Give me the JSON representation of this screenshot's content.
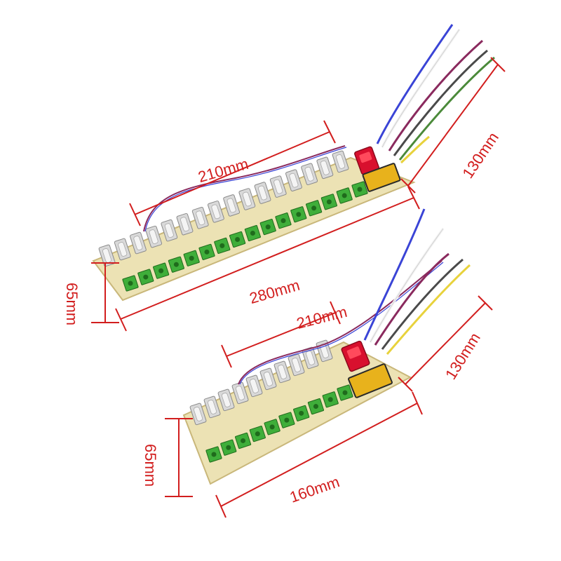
{
  "colors": {
    "dimension": "#d21e1e",
    "pcb": "#ece2b4",
    "pcb_edge": "#c9b77a",
    "terminal": "#3fae3a",
    "fuse_holder": "#d9d9d9",
    "fuse_glass": "#f4f4f4",
    "switch": "#d8102e",
    "terminal_block": "#e8b21c",
    "wires": [
      "#3a44d6",
      "#ffffff",
      "#8a2a5e",
      "#4a4a4a",
      "#4b8a3a",
      "#e8d23c"
    ]
  },
  "top_board": {
    "channels": 16,
    "dimensions": {
      "inner_width": "210mm",
      "total_length": "280mm",
      "height": "65mm",
      "wire_length": "130mm"
    }
  },
  "bottom_board": {
    "channels": 10,
    "dimensions": {
      "inner_width": "210mm",
      "total_length": "160mm",
      "height": "65mm",
      "wire_length": "130mm"
    }
  }
}
